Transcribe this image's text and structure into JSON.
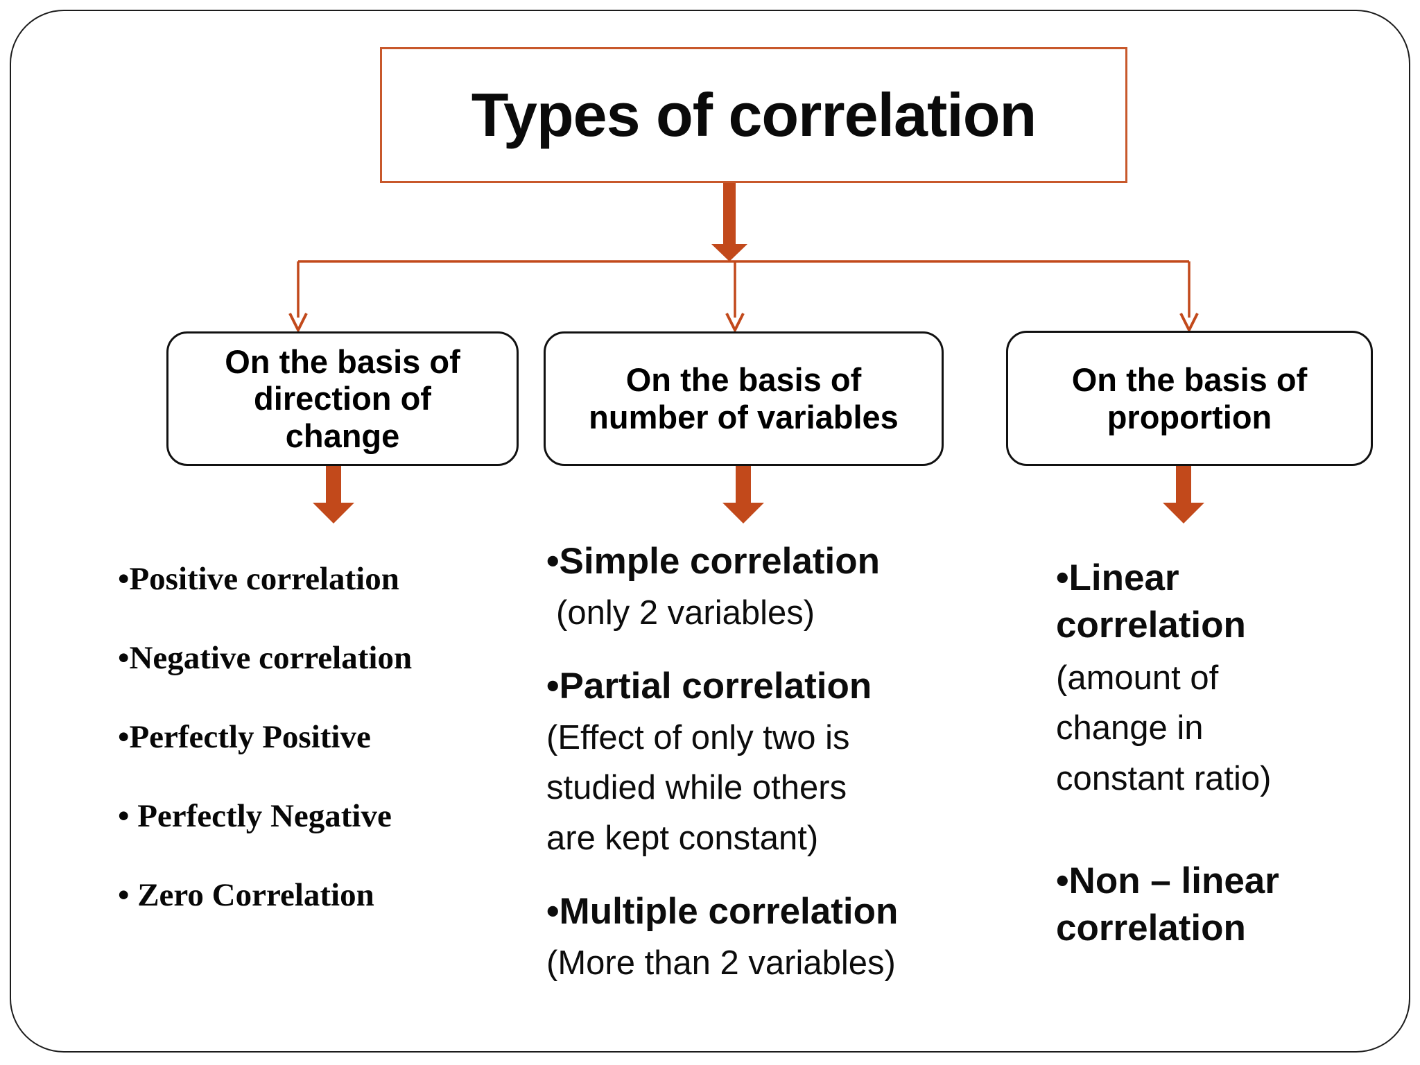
{
  "colors": {
    "accent": "#c2491b",
    "title_border": "#c8582b",
    "frame": "#1c1c1c",
    "box_border": "#111111",
    "text": "#0c0c0c",
    "background": "#ffffff"
  },
  "title": "Types of correlation",
  "connectors": {
    "from_title": "block-down-arrow-icon",
    "distribution": "elbow-connector-line",
    "into_boxes": "open-down-arrow-icon",
    "from_boxes": "block-down-arrow-icon"
  },
  "branches": [
    {
      "id": "direction",
      "box_lines": [
        "On the basis of",
        "direction of",
        "change"
      ],
      "items": [
        {
          "style": "serif-item",
          "text": "•Positive correlation"
        },
        {
          "style": "serif-item",
          "text": "•Negative correlation"
        },
        {
          "style": "serif-item",
          "text": "•Perfectly Positive"
        },
        {
          "style": "serif-item",
          "text": "• Perfectly Negative"
        },
        {
          "style": "serif-item",
          "text": "• Zero Correlation"
        }
      ]
    },
    {
      "id": "variables",
      "box_lines": [
        "On the basis of",
        "number of variables"
      ],
      "items": [
        {
          "style": "heading",
          "text": "•Simple correlation"
        },
        {
          "style": "note indent",
          "text": "(only 2 variables)"
        },
        {
          "style": "heading",
          "text": "•Partial correlation"
        },
        {
          "style": "note",
          "lines": [
            "(Effect of only two is",
            "studied while others",
            "are kept constant)"
          ]
        },
        {
          "style": "heading",
          "text": "•Multiple correlation"
        },
        {
          "style": "note",
          "text": "(More than 2 variables)"
        }
      ]
    },
    {
      "id": "proportion",
      "box_lines": [
        "On the basis of",
        "proportion"
      ],
      "items": [
        {
          "style": "heading",
          "lines": [
            "•Linear",
            "correlation"
          ]
        },
        {
          "style": "note",
          "lines": [
            "(amount of",
            "change in",
            "constant ratio)"
          ]
        },
        {
          "style": "heading",
          "lines": [
            "•Non – linear",
            "correlation"
          ]
        }
      ]
    }
  ]
}
